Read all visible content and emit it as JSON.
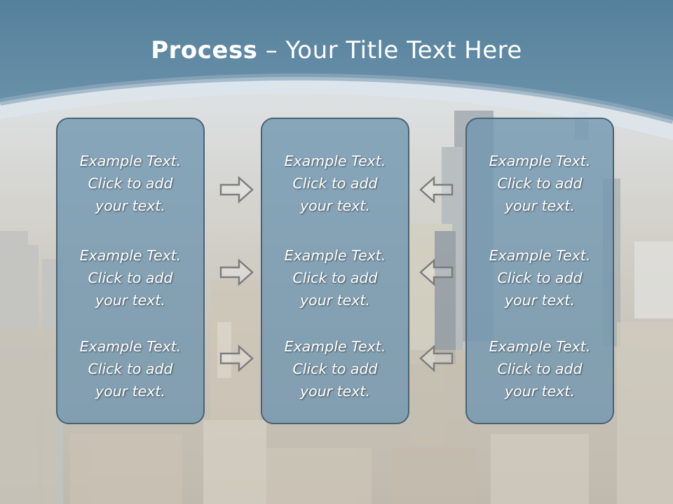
{
  "slide": {
    "title_bold": "Process",
    "title_rest": " – Your Title Text Here",
    "colors": {
      "header": "#5f88a3",
      "panel_fill": "#6f96af",
      "panel_border": "#4a6274",
      "text": "#ffffff"
    }
  },
  "columns": [
    {
      "items": [
        "Example Text.\nClick  to add\nyour text.",
        "Example Text.\nClick  to add\nyour text.",
        "Example Text.\nClick  to add\nyour text."
      ]
    },
    {
      "items": [
        "Example Text.\nClick  to add\nyour text.",
        "Example Text.\nClick  to add\nyour text.",
        "Example Text.\nClick  to add\nyour text."
      ]
    },
    {
      "items": [
        "Example Text.\nClick  to add\nyour text.",
        "Example Text.\nClick  to add\nyour text.",
        "Example Text.\nClick  to add\nyour text."
      ]
    }
  ],
  "arrows": {
    "left_group": "right-arrow-icon",
    "right_group": "left-arrow-icon"
  }
}
